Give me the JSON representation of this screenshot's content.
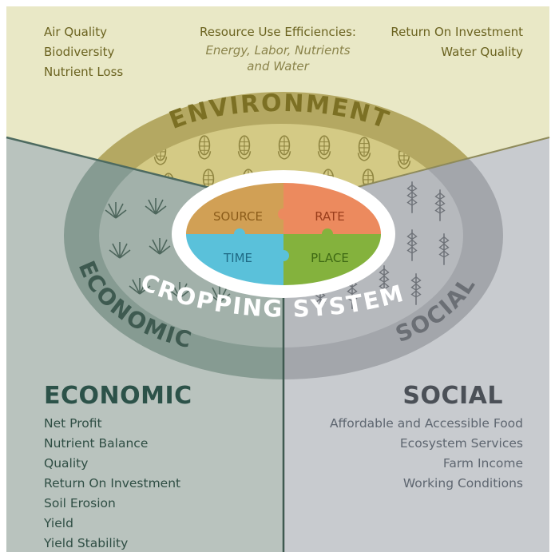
{
  "environment": {
    "ring_label": "ENVIRONMENT",
    "items_left": [
      "Air Quality",
      "Biodiversity",
      "Nutrient Loss"
    ],
    "center_title": "Resource Use Efficiencies:",
    "center_sub": [
      "Energy, Labor, Nutrients",
      "and Water"
    ],
    "items_right": [
      "Return On Investment",
      "Water Quality"
    ]
  },
  "center": {
    "source": "SOURCE",
    "rate": "RATE",
    "time": "TIME",
    "place": "PLACE",
    "system_label": "CROPPING SYSTEM"
  },
  "economic": {
    "ring_label": "ECONOMIC",
    "heading": "ECONOMIC",
    "items": [
      "Net Profit",
      "Nutrient Balance",
      "Quality",
      "Return On Investment",
      "Soil Erosion",
      "Yield",
      "Yield Stability"
    ]
  },
  "social": {
    "ring_label": "SOCIAL",
    "heading": "SOCIAL",
    "items": [
      "Affordable and Accessible Food",
      "Ecosystem Services",
      "Farm Income",
      "Working Conditions"
    ]
  },
  "colors": {
    "env_bg": "#e9e8c6",
    "env_ring": "#b4a862",
    "eco_bg": "#b9c3be",
    "eco_ring": "#869b92",
    "soc_bg": "#c8cbcf",
    "soc_ring": "#a3a6ab",
    "source": "#d1a055",
    "rate": "#ec8a5e",
    "time": "#5ac1da",
    "place": "#84b23d"
  },
  "icons": [
    "corn-icon",
    "wheat-icon",
    "sprout-icon"
  ]
}
